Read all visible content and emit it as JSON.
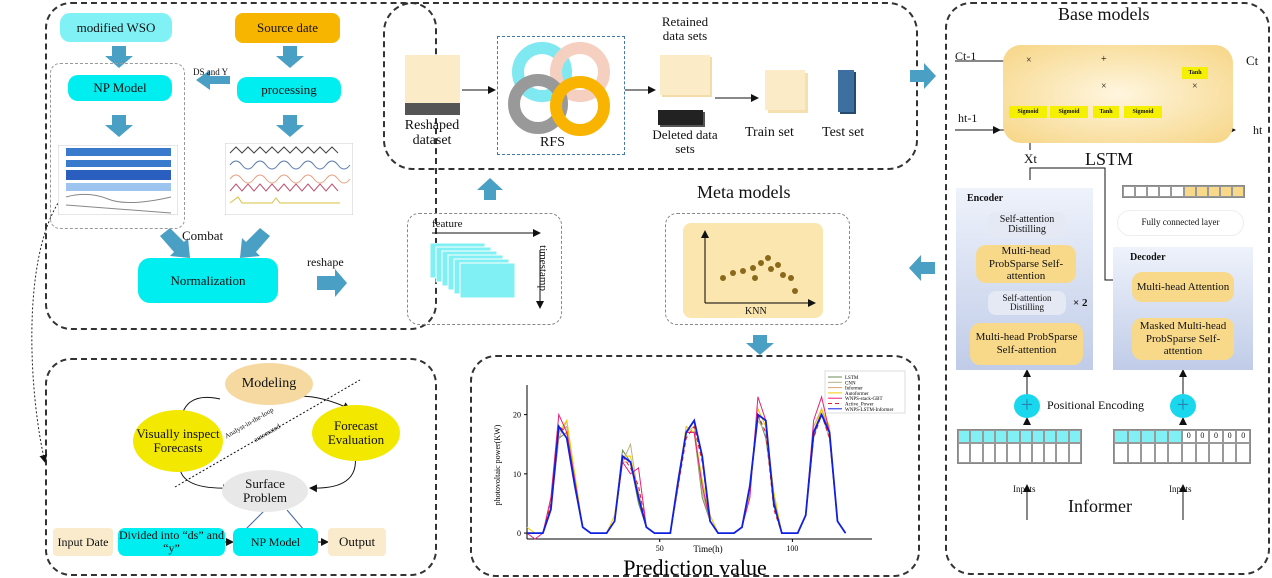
{
  "data_prep": {
    "modified_wso": "modified WSO",
    "source_date": "Source date",
    "np_model": "NP Model",
    "processing": "processing",
    "ds_and_y": "DS and Y",
    "combat": "Combat",
    "normalization": "Normalization",
    "reshape": "reshape"
  },
  "feature_selection": {
    "reshaped_dataset": "Reshaped dataset",
    "rfs": "RFS",
    "retained": "Retained data sets",
    "deleted": "Deleted data sets",
    "train_set": "Train set",
    "test_set": "Test set"
  },
  "tensor": {
    "feature": "feature",
    "timestamp": "timestamp"
  },
  "meta": {
    "title": "Meta models",
    "knn": "KNN"
  },
  "np_loop": {
    "modeling": "Modeling",
    "forecast_eval": "Forecast Evaluation",
    "visually_inspect": "Visually inspect Forecasts",
    "surface_problem": "Surface Problem",
    "analyst": "Analyst-in-the-loop",
    "automated": "automated",
    "input_date": "Input Date",
    "divided": "Divided into “ds” and “y”",
    "np_model": "NP Model",
    "output": "Output"
  },
  "base_models": {
    "title": "Base models",
    "c_prev": "Ct-1",
    "c_t": "Ct",
    "h_prev": "ht-1",
    "h_t": "ht",
    "x_t": "Xt",
    "sigmoid": "Sigmoid",
    "tanh": "Tanh",
    "lstm": "LSTM",
    "encoder": "Encoder",
    "decoder": "Decoder",
    "sa_distilling": "Self-attention Distilling",
    "mh_probsparse": "Multi-head ProbSparse Self-attention",
    "times2": "× 2",
    "fully_connected": "Fully connected layer",
    "mh_attention": "Multi-head Attention",
    "masked_mh": "Masked Multi-head ProbSparse Self-attention",
    "positional": "Positional Encoding",
    "inputs": "Inputs",
    "zero": "0",
    "informer": "Informer"
  },
  "chart_data": {
    "type": "line",
    "title": "Prediction value",
    "xlabel": "Time(h)",
    "ylabel": "photovoltaic power(KW)",
    "xlim": [
      0,
      130
    ],
    "ylim": [
      -1,
      25
    ],
    "xticks": [
      50,
      100
    ],
    "yticks": [
      0,
      10,
      20
    ],
    "legend_position": "top-right",
    "x": [
      0,
      3,
      6,
      9,
      12,
      15,
      18,
      21,
      24,
      27,
      30,
      33,
      36,
      39,
      42,
      45,
      48,
      51,
      54,
      57,
      60,
      63,
      66,
      69,
      72,
      75,
      78,
      81,
      84,
      87,
      90,
      93,
      96,
      99,
      102,
      105,
      108,
      111,
      114,
      117,
      120
    ],
    "series": [
      {
        "name": "LSTM",
        "color": "#6b8e5a",
        "dash": "",
        "values": [
          0,
          0,
          0,
          4,
          16,
          17,
          9,
          1,
          0,
          0,
          0,
          2,
          14,
          12,
          5,
          1,
          0,
          0,
          0,
          8,
          17,
          17,
          6,
          2,
          0,
          0,
          0,
          1,
          7,
          20,
          16,
          6,
          0,
          0,
          0,
          3,
          16,
          21,
          17,
          2,
          0
        ]
      },
      {
        "name": "CNN",
        "color": "#b8b080",
        "dash": "",
        "values": [
          0,
          0,
          0,
          5,
          17,
          18,
          8,
          1,
          0,
          0,
          0,
          2,
          12,
          15,
          6,
          1,
          0,
          0,
          0,
          8,
          18,
          17,
          7,
          2,
          0,
          0,
          0,
          1,
          8,
          19,
          17,
          5,
          0,
          0,
          0,
          3,
          17,
          20,
          16,
          2,
          0
        ]
      },
      {
        "name": "Informer",
        "color": "#e0a070",
        "dash": "",
        "values": [
          0,
          0,
          0,
          5,
          16,
          19,
          9,
          1,
          0,
          0,
          0,
          2,
          12,
          12,
          7,
          1,
          0,
          0,
          0,
          9,
          17,
          18,
          8,
          3,
          0,
          0,
          0,
          1,
          8,
          21,
          18,
          5,
          0,
          0,
          0,
          3,
          18,
          21,
          17,
          2,
          0
        ]
      },
      {
        "name": "Autoformer",
        "color": "#f2cc00",
        "dash": "",
        "values": [
          1,
          0,
          0,
          5,
          17,
          19,
          10,
          1,
          0,
          0,
          0,
          3,
          13,
          13,
          6,
          1,
          0,
          0,
          0,
          9,
          18,
          17,
          9,
          3,
          0,
          0,
          0,
          1,
          7,
          21,
          18,
          7,
          0,
          0,
          0,
          3,
          17,
          21,
          18,
          2,
          0
        ]
      },
      {
        "name": "WNPS-stack-GBT",
        "color": "#e8207a",
        "dash": "",
        "values": [
          0,
          -1,
          0,
          6,
          20,
          17,
          9,
          1,
          0,
          0,
          0,
          2,
          12,
          10,
          11,
          1,
          0,
          0,
          0,
          9,
          17,
          17,
          8,
          2,
          0,
          0,
          0,
          1,
          6,
          23,
          19,
          5,
          0,
          0,
          0,
          3,
          19,
          23,
          17,
          2,
          0
        ]
      },
      {
        "name": "Active_Power",
        "color": "#e02020",
        "dash": "4,3",
        "values": [
          0,
          0,
          0,
          5,
          18,
          17,
          8,
          1,
          0,
          0,
          0,
          2,
          13,
          11,
          8,
          1,
          0,
          0,
          0,
          8,
          16,
          18,
          12,
          2,
          0,
          0,
          0,
          1,
          8,
          20,
          17,
          4,
          0,
          0,
          0,
          3,
          16,
          20,
          16,
          2,
          0
        ]
      },
      {
        "name": "WNPS-LSTM-Informer",
        "color": "#1020e0",
        "dash": "",
        "values": [
          0,
          0,
          0,
          4,
          18,
          16,
          8,
          1,
          0,
          0,
          0,
          2,
          13,
          12,
          6,
          1,
          0,
          0,
          0,
          9,
          17,
          19,
          13,
          2,
          0,
          0,
          0,
          1,
          8,
          20,
          19,
          5,
          0,
          0,
          0,
          3,
          17,
          20,
          17,
          2,
          0
        ]
      }
    ]
  }
}
